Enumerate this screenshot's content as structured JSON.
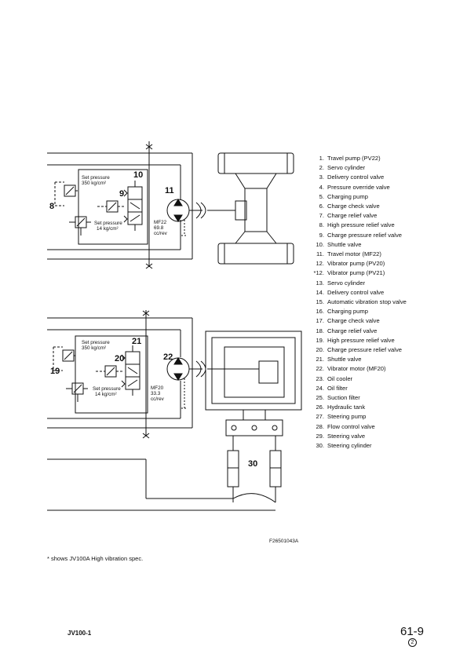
{
  "diagram": {
    "travel_circuit": {
      "set_pressure_main": "Set pressure",
      "set_pressure_main_value": "350 kg/cm²",
      "set_pressure_charge": "Set pressure",
      "set_pressure_charge_value": "14 kg/cm²",
      "motor_model": "MF22",
      "motor_displacement": "69.8",
      "motor_unit": "cc/rev",
      "callouts": [
        "8",
        "9",
        "10",
        "11"
      ]
    },
    "vibrator_circuit": {
      "set_pressure_main": "Set pressure",
      "set_pressure_main_value": "350 kg/cm²",
      "set_pressure_charge": "Set pressure",
      "set_pressure_charge_value": "14 kg/cm²",
      "motor_model": "MF20",
      "motor_displacement": "33.3",
      "motor_unit": "cc/rev",
      "callouts": [
        "19",
        "20",
        "21",
        "22"
      ]
    },
    "steering_callout": "30"
  },
  "legend": [
    {
      "num": "1.",
      "label": "Travel pump (PV22)"
    },
    {
      "num": "2.",
      "label": "Servo cylinder"
    },
    {
      "num": "3.",
      "label": "Delivery control valve"
    },
    {
      "num": "4.",
      "label": "Pressure override valve"
    },
    {
      "num": "5.",
      "label": "Charging pump"
    },
    {
      "num": "6.",
      "label": "Charge check valve"
    },
    {
      "num": "7.",
      "label": "Charge relief valve"
    },
    {
      "num": "8.",
      "label": "High pressure relief valve"
    },
    {
      "num": "9.",
      "label": "Charge pressure relief valve"
    },
    {
      "num": "10.",
      "label": "Shuttle valve"
    },
    {
      "num": "11.",
      "label": "Travel motor (MF22)"
    },
    {
      "num": "12.",
      "label": "Vibrator pump (PV20)"
    },
    {
      "num": "*12.",
      "label": "Vibrator pump (PV21)"
    },
    {
      "num": "13.",
      "label": "Servo cylinder"
    },
    {
      "num": "14.",
      "label": "Delivery control valve"
    },
    {
      "num": "15.",
      "label": "Automatic vibration stop valve"
    },
    {
      "num": "16.",
      "label": "Charging pump"
    },
    {
      "num": "17.",
      "label": "Charge check valve"
    },
    {
      "num": "18.",
      "label": "Charge relief valve"
    },
    {
      "num": "19.",
      "label": "High pressure relief valve"
    },
    {
      "num": "20.",
      "label": "Charge pressure relief valve"
    },
    {
      "num": "21.",
      "label": "Shuttle valve"
    },
    {
      "num": "22.",
      "label": "Vibrator motor (MF20)"
    },
    {
      "num": "23.",
      "label": "Oil cooler"
    },
    {
      "num": "24.",
      "label": "Oil filter"
    },
    {
      "num": "25.",
      "label": "Suction filter"
    },
    {
      "num": "26.",
      "label": "Hydraulic tank"
    },
    {
      "num": "27.",
      "label": "Steering pump"
    },
    {
      "num": "28.",
      "label": "Flow control valve"
    },
    {
      "num": "29.",
      "label": "Steering valve"
    },
    {
      "num": "30.",
      "label": "Steering cylinder"
    }
  ],
  "figure_id": "F26501043A",
  "footnote": "* shows JV100A High vibration spec.",
  "model": "JV100-1",
  "page_number": "61-9",
  "revision": "2"
}
